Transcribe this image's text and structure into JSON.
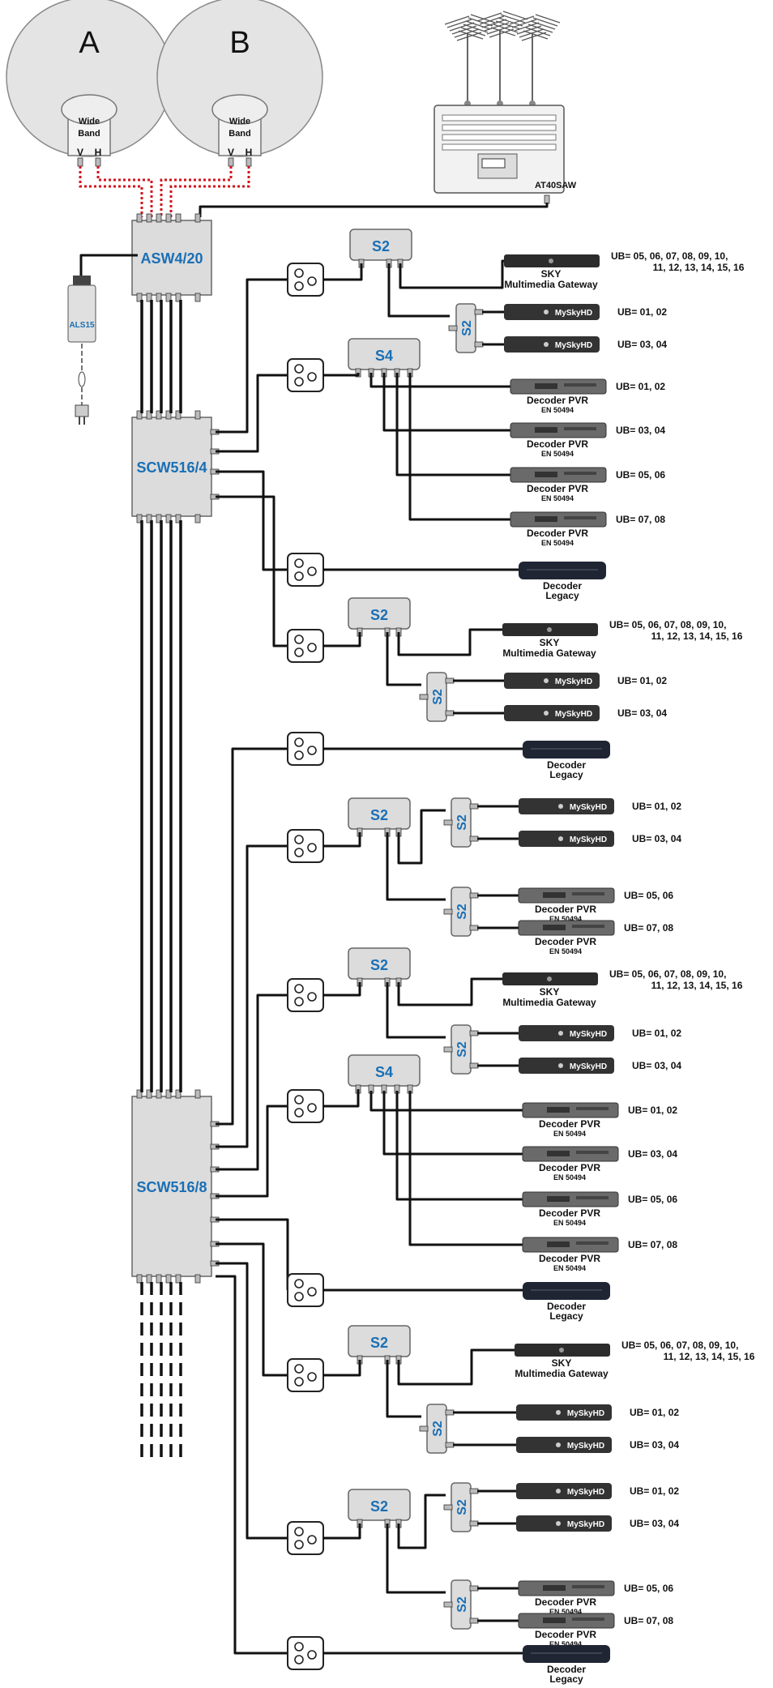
{
  "dishes": [
    {
      "letter": "A",
      "lnb_type": "Wide\nBand",
      "pol_v": "V",
      "pol_h": "H"
    },
    {
      "letter": "B",
      "lnb_type": "Wide\nBand",
      "pol_v": "V",
      "pol_h": "H"
    }
  ],
  "antenna_amp": {
    "label": "AT40SAW"
  },
  "power_supply": {
    "label": "ALS15"
  },
  "modules": {
    "switch_top": "ASW4/20",
    "cascade_1": "SCW516/4",
    "cascade_2": "SCW516/8"
  },
  "splitter_labels": {
    "two_way": "S2",
    "four_way": "S4"
  },
  "colors": {
    "module_text": "#1a6fb5",
    "coax_red": "#d0151c",
    "cable": "#111111",
    "module_fill": "#dcdcdc"
  },
  "receivers": [
    {
      "type": "gateway",
      "line1": "SKY",
      "line2": "Multimedia Gateway",
      "ub": "UB= 05, 06, 07, 08, 09, 10,",
      "ub2": "11, 12, 13, 14, 15, 16"
    },
    {
      "type": "mysky",
      "badge": "MySkyHD",
      "ub": "UB= 01, 02"
    },
    {
      "type": "mysky",
      "badge": "MySkyHD",
      "ub": "UB= 03, 04"
    },
    {
      "type": "pvr",
      "line1": "Decoder PVR",
      "line2": "EN 50494",
      "ub": "UB= 01, 02"
    },
    {
      "type": "pvr",
      "line1": "Decoder PVR",
      "line2": "EN 50494",
      "ub": "UB= 03, 04"
    },
    {
      "type": "pvr",
      "line1": "Decoder PVR",
      "line2": "EN 50494",
      "ub": "UB= 05, 06"
    },
    {
      "type": "pvr",
      "line1": "Decoder PVR",
      "line2": "EN 50494",
      "ub": "UB= 07, 08"
    },
    {
      "type": "legacy",
      "line1": "Decoder",
      "line2": "Legacy"
    },
    {
      "type": "gateway",
      "line1": "SKY",
      "line2": "Multimedia Gateway",
      "ub": "UB= 05, 06, 07, 08, 09, 10,",
      "ub2": "11, 12, 13, 14, 15, 16"
    },
    {
      "type": "mysky",
      "badge": "MySkyHD",
      "ub": "UB= 01, 02"
    },
    {
      "type": "mysky",
      "badge": "MySkyHD",
      "ub": "UB= 03, 04"
    },
    {
      "type": "legacy",
      "line1": "Decoder",
      "line2": "Legacy"
    },
    {
      "type": "mysky",
      "badge": "MySkyHD",
      "ub": "UB= 01, 02"
    },
    {
      "type": "mysky",
      "badge": "MySkyHD",
      "ub": "UB= 03, 04"
    },
    {
      "type": "pvr",
      "line1": "Decoder PVR",
      "line2": "EN 50494",
      "ub": "UB= 05, 06"
    },
    {
      "type": "pvr",
      "line1": "Decoder PVR",
      "line2": "EN 50494",
      "ub": "UB= 07, 08"
    },
    {
      "type": "gateway",
      "line1": "SKY",
      "line2": "Multimedia Gateway",
      "ub": "UB= 05, 06, 07, 08, 09, 10,",
      "ub2": "11, 12, 13, 14, 15, 16"
    },
    {
      "type": "mysky",
      "badge": "MySkyHD",
      "ub": "UB= 01, 02"
    },
    {
      "type": "mysky",
      "badge": "MySkyHD",
      "ub": "UB= 03, 04"
    },
    {
      "type": "pvr",
      "line1": "Decoder PVR",
      "line2": "EN 50494",
      "ub": "UB= 01, 02"
    },
    {
      "type": "pvr",
      "line1": "Decoder PVR",
      "line2": "EN 50494",
      "ub": "UB= 03, 04"
    },
    {
      "type": "pvr",
      "line1": "Decoder PVR",
      "line2": "EN 50494",
      "ub": "UB= 05, 06"
    },
    {
      "type": "pvr",
      "line1": "Decoder PVR",
      "line2": "EN 50494",
      "ub": "UB= 07, 08"
    },
    {
      "type": "legacy",
      "line1": "Decoder",
      "line2": "Legacy"
    },
    {
      "type": "gateway",
      "line1": "SKY",
      "line2": "Multimedia Gateway",
      "ub": "UB= 05, 06, 07, 08, 09, 10,",
      "ub2": "11, 12, 13, 14, 15, 16"
    },
    {
      "type": "mysky",
      "badge": "MySkyHD",
      "ub": "UB= 01, 02"
    },
    {
      "type": "mysky",
      "badge": "MySkyHD",
      "ub": "UB= 03, 04"
    },
    {
      "type": "mysky",
      "badge": "MySkyHD",
      "ub": "UB= 01, 02"
    },
    {
      "type": "mysky",
      "badge": "MySkyHD",
      "ub": "UB= 03, 04"
    },
    {
      "type": "pvr",
      "line1": "Decoder PVR",
      "line2": "EN 50494",
      "ub": "UB= 05, 06"
    },
    {
      "type": "pvr",
      "line1": "Decoder PVR",
      "line2": "EN 50494",
      "ub": "UB= 07, 08"
    },
    {
      "type": "legacy",
      "line1": "Decoder",
      "line2": "Legacy"
    }
  ]
}
